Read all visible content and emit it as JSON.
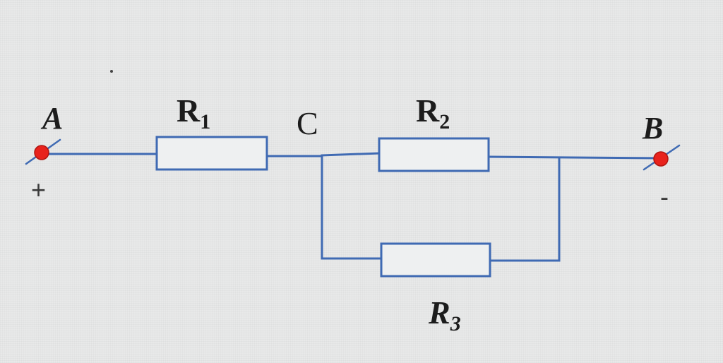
{
  "terminals": {
    "a": {
      "label": "A",
      "polarity": "+"
    },
    "b": {
      "label": "B",
      "polarity": "-"
    }
  },
  "nodes": {
    "c": {
      "label": "C"
    }
  },
  "resistors": {
    "r1": {
      "letter": "R",
      "index": "1"
    },
    "r2": {
      "letter": "R",
      "index": "2"
    },
    "r3": {
      "letter": "R",
      "index": "3"
    }
  },
  "colors": {
    "wire": "#3f6ab3",
    "terminal": "#e8221c",
    "background": "#e8e9e9"
  }
}
